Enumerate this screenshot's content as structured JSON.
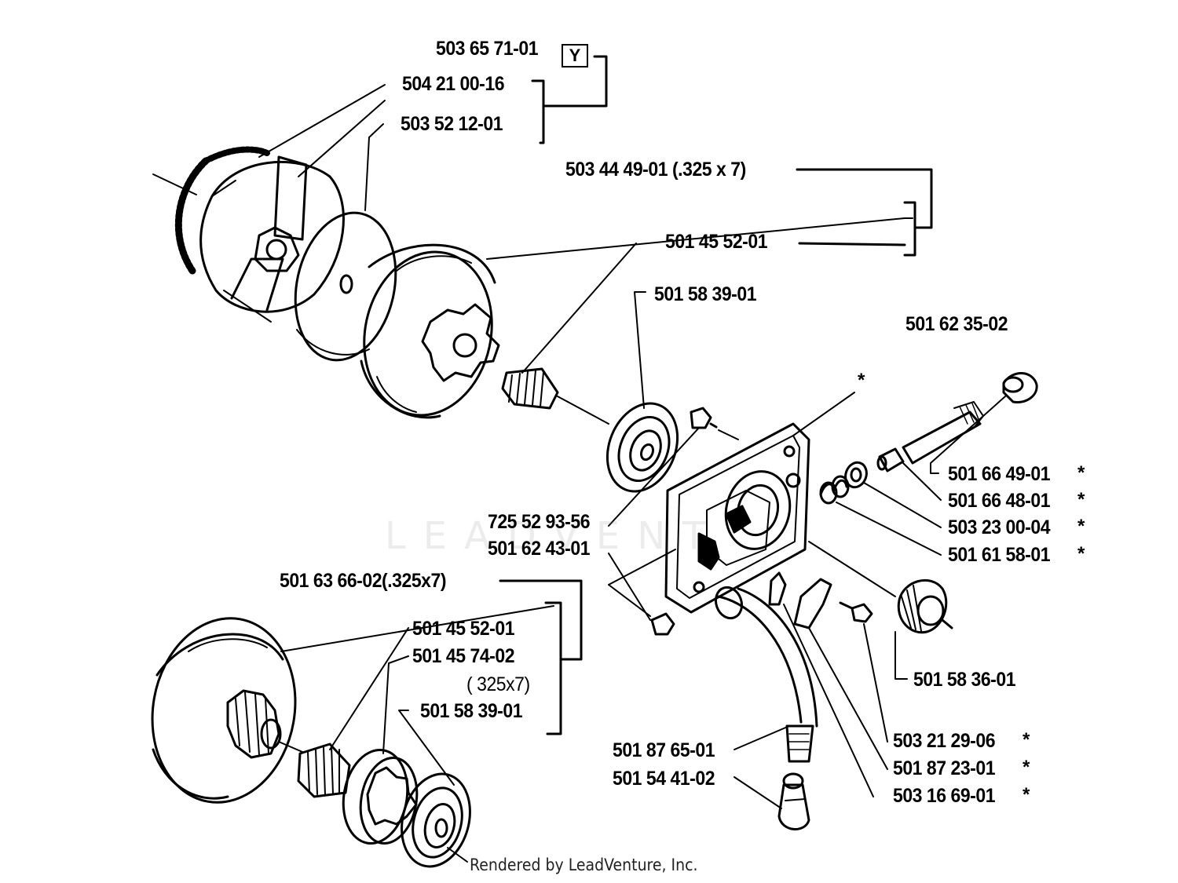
{
  "labels": {
    "p_503657101": "503 65 71-01",
    "p_504210016": "504 21 00-16",
    "p_503521201": "503 52 12-01",
    "p_503444901": "503 44 49-01",
    "p_503444901_note": "(.325 x 7)",
    "p_501455201_top": "501 45 52-01",
    "p_501583901_top": "501 58 39-01",
    "p_501623502": "501 62 35-02",
    "p_501664901": "501 66 49-01",
    "p_501664801": "501 66 48-01",
    "p_503230004": "503 23 00-04",
    "p_501615801": "501 61 58-01",
    "p_725529356": "725 52 93-56",
    "p_501624301": "501 62 43-01",
    "p_501636602": "501 63 66-02",
    "p_501636602_note": "(.325x7)",
    "p_501455201_bot": "501 45 52-01",
    "p_501457402": "501 45 74-02",
    "p_325x7": "( 325x7)",
    "p_501583901_bot": "501 58 39-01",
    "p_501583601": "501 58 36-01",
    "p_503212906": "503 21 29-06",
    "p_501872301": "501 87 23-01",
    "p_503166901": "503 16 69-01",
    "p_501876501": "501 87 65-01",
    "p_501544102": "501 54 41-02"
  },
  "markers": {
    "y_box": "Y",
    "star": "*"
  },
  "watermark": "LEADVENT",
  "footer": "Rendered by LeadVenture, Inc."
}
